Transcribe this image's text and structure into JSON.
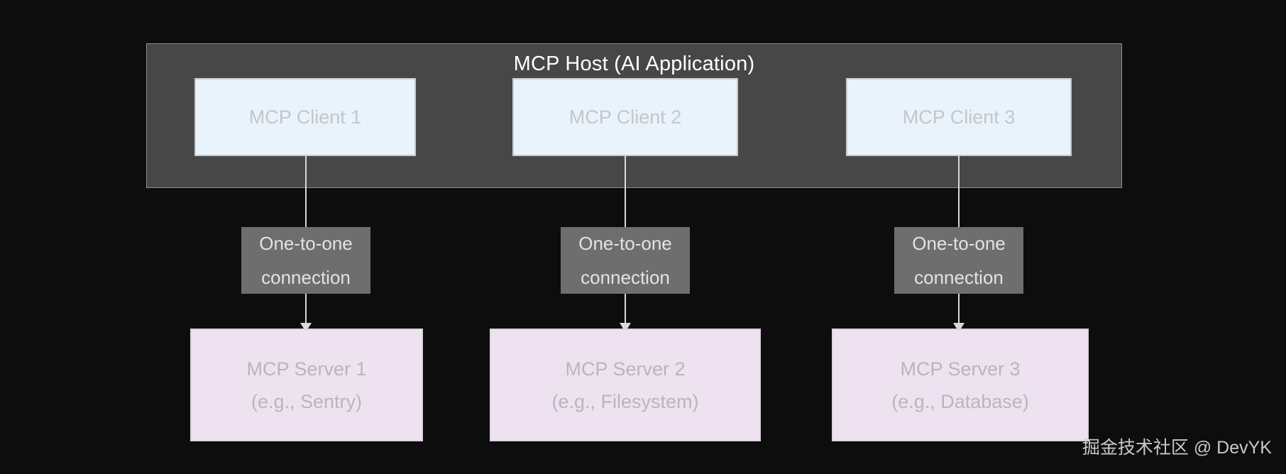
{
  "background_color": "#0d0d0d",
  "diagram": {
    "type": "architecture-diagram",
    "host": {
      "title": "MCP Host (AI Application)",
      "fill_color": "#474747",
      "border_color": "#8d8d8d",
      "title_color": "#ffffff"
    },
    "clients": [
      {
        "label": "MCP Client 1",
        "fill_color": "#e9f3fb",
        "text_color": "#c6c6c8"
      },
      {
        "label": "MCP Client 2",
        "fill_color": "#e9f3fb",
        "text_color": "#c6c6c8"
      },
      {
        "label": "MCP Client 3",
        "fill_color": "#e9f3fb",
        "text_color": "#c6c6c8"
      }
    ],
    "connections": [
      {
        "line1": "One-to-one",
        "line2": "connection",
        "fill_color": "#6e6e6e",
        "text_color": "#e3e3e3"
      },
      {
        "line1": "One-to-one",
        "line2": "connection",
        "fill_color": "#6e6e6e",
        "text_color": "#e3e3e3"
      },
      {
        "line1": "One-to-one",
        "line2": "connection",
        "fill_color": "#6e6e6e",
        "text_color": "#e3e3e3"
      }
    ],
    "servers": [
      {
        "line1": "MCP Server 1",
        "line2": "(e.g., Sentry)",
        "fill_color": "#eee2f0",
        "text_color": "#bdb3bf"
      },
      {
        "line1": "MCP Server 2",
        "line2": "(e.g., Filesystem)",
        "fill_color": "#eee2f0",
        "text_color": "#bdb3bf"
      },
      {
        "line1": "MCP Server 3",
        "line2": "(e.g., Database)",
        "fill_color": "#eee2f0",
        "text_color": "#bdb3bf"
      }
    ],
    "arrow_color": "#d9d9d9"
  },
  "watermark": {
    "text": "掘金技术社区 @ DevYK"
  }
}
